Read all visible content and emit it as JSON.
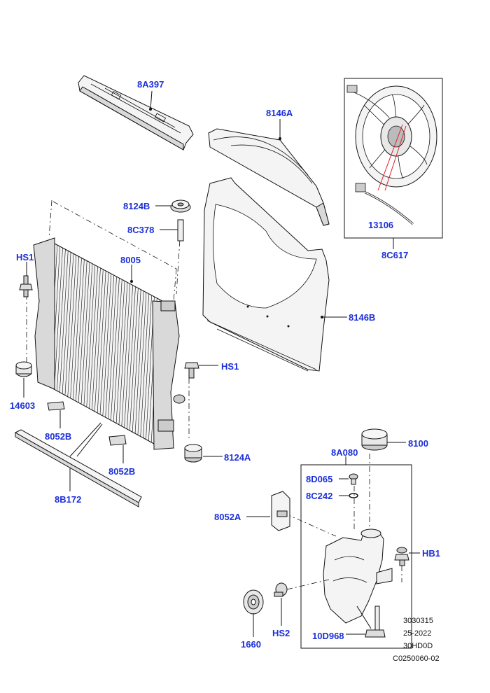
{
  "labels": {
    "a_8A397": "8A397",
    "a_8146A": "8146A",
    "a_8124B": "8124B",
    "a_8C378": "8C378",
    "a_HS1_left": "HS1",
    "a_8005": "8005",
    "a_8146B": "8146B",
    "a_HS1_right": "HS1",
    "a_14603": "14603",
    "a_8052B_left": "8052B",
    "a_8052B_right": "8052B",
    "a_8124A": "8124A",
    "a_8B172": "8B172",
    "a_13106": "13106",
    "a_8C617": "8C617",
    "a_8100": "8100",
    "a_8A080": "8A080",
    "a_8D065": "8D065",
    "a_8C242": "8C242",
    "a_8052A": "8052A",
    "a_HB1": "HB1",
    "a_1660": "1660",
    "a_HS2": "HS2",
    "a_10D968": "10D968"
  },
  "footer": {
    "line1": "3030315",
    "line2": "25-2022",
    "line3": "30HD0D",
    "line4": "C0250060-02"
  },
  "colors": {
    "label": "#1c2fd8",
    "callout_highlight": "#e0202a"
  }
}
